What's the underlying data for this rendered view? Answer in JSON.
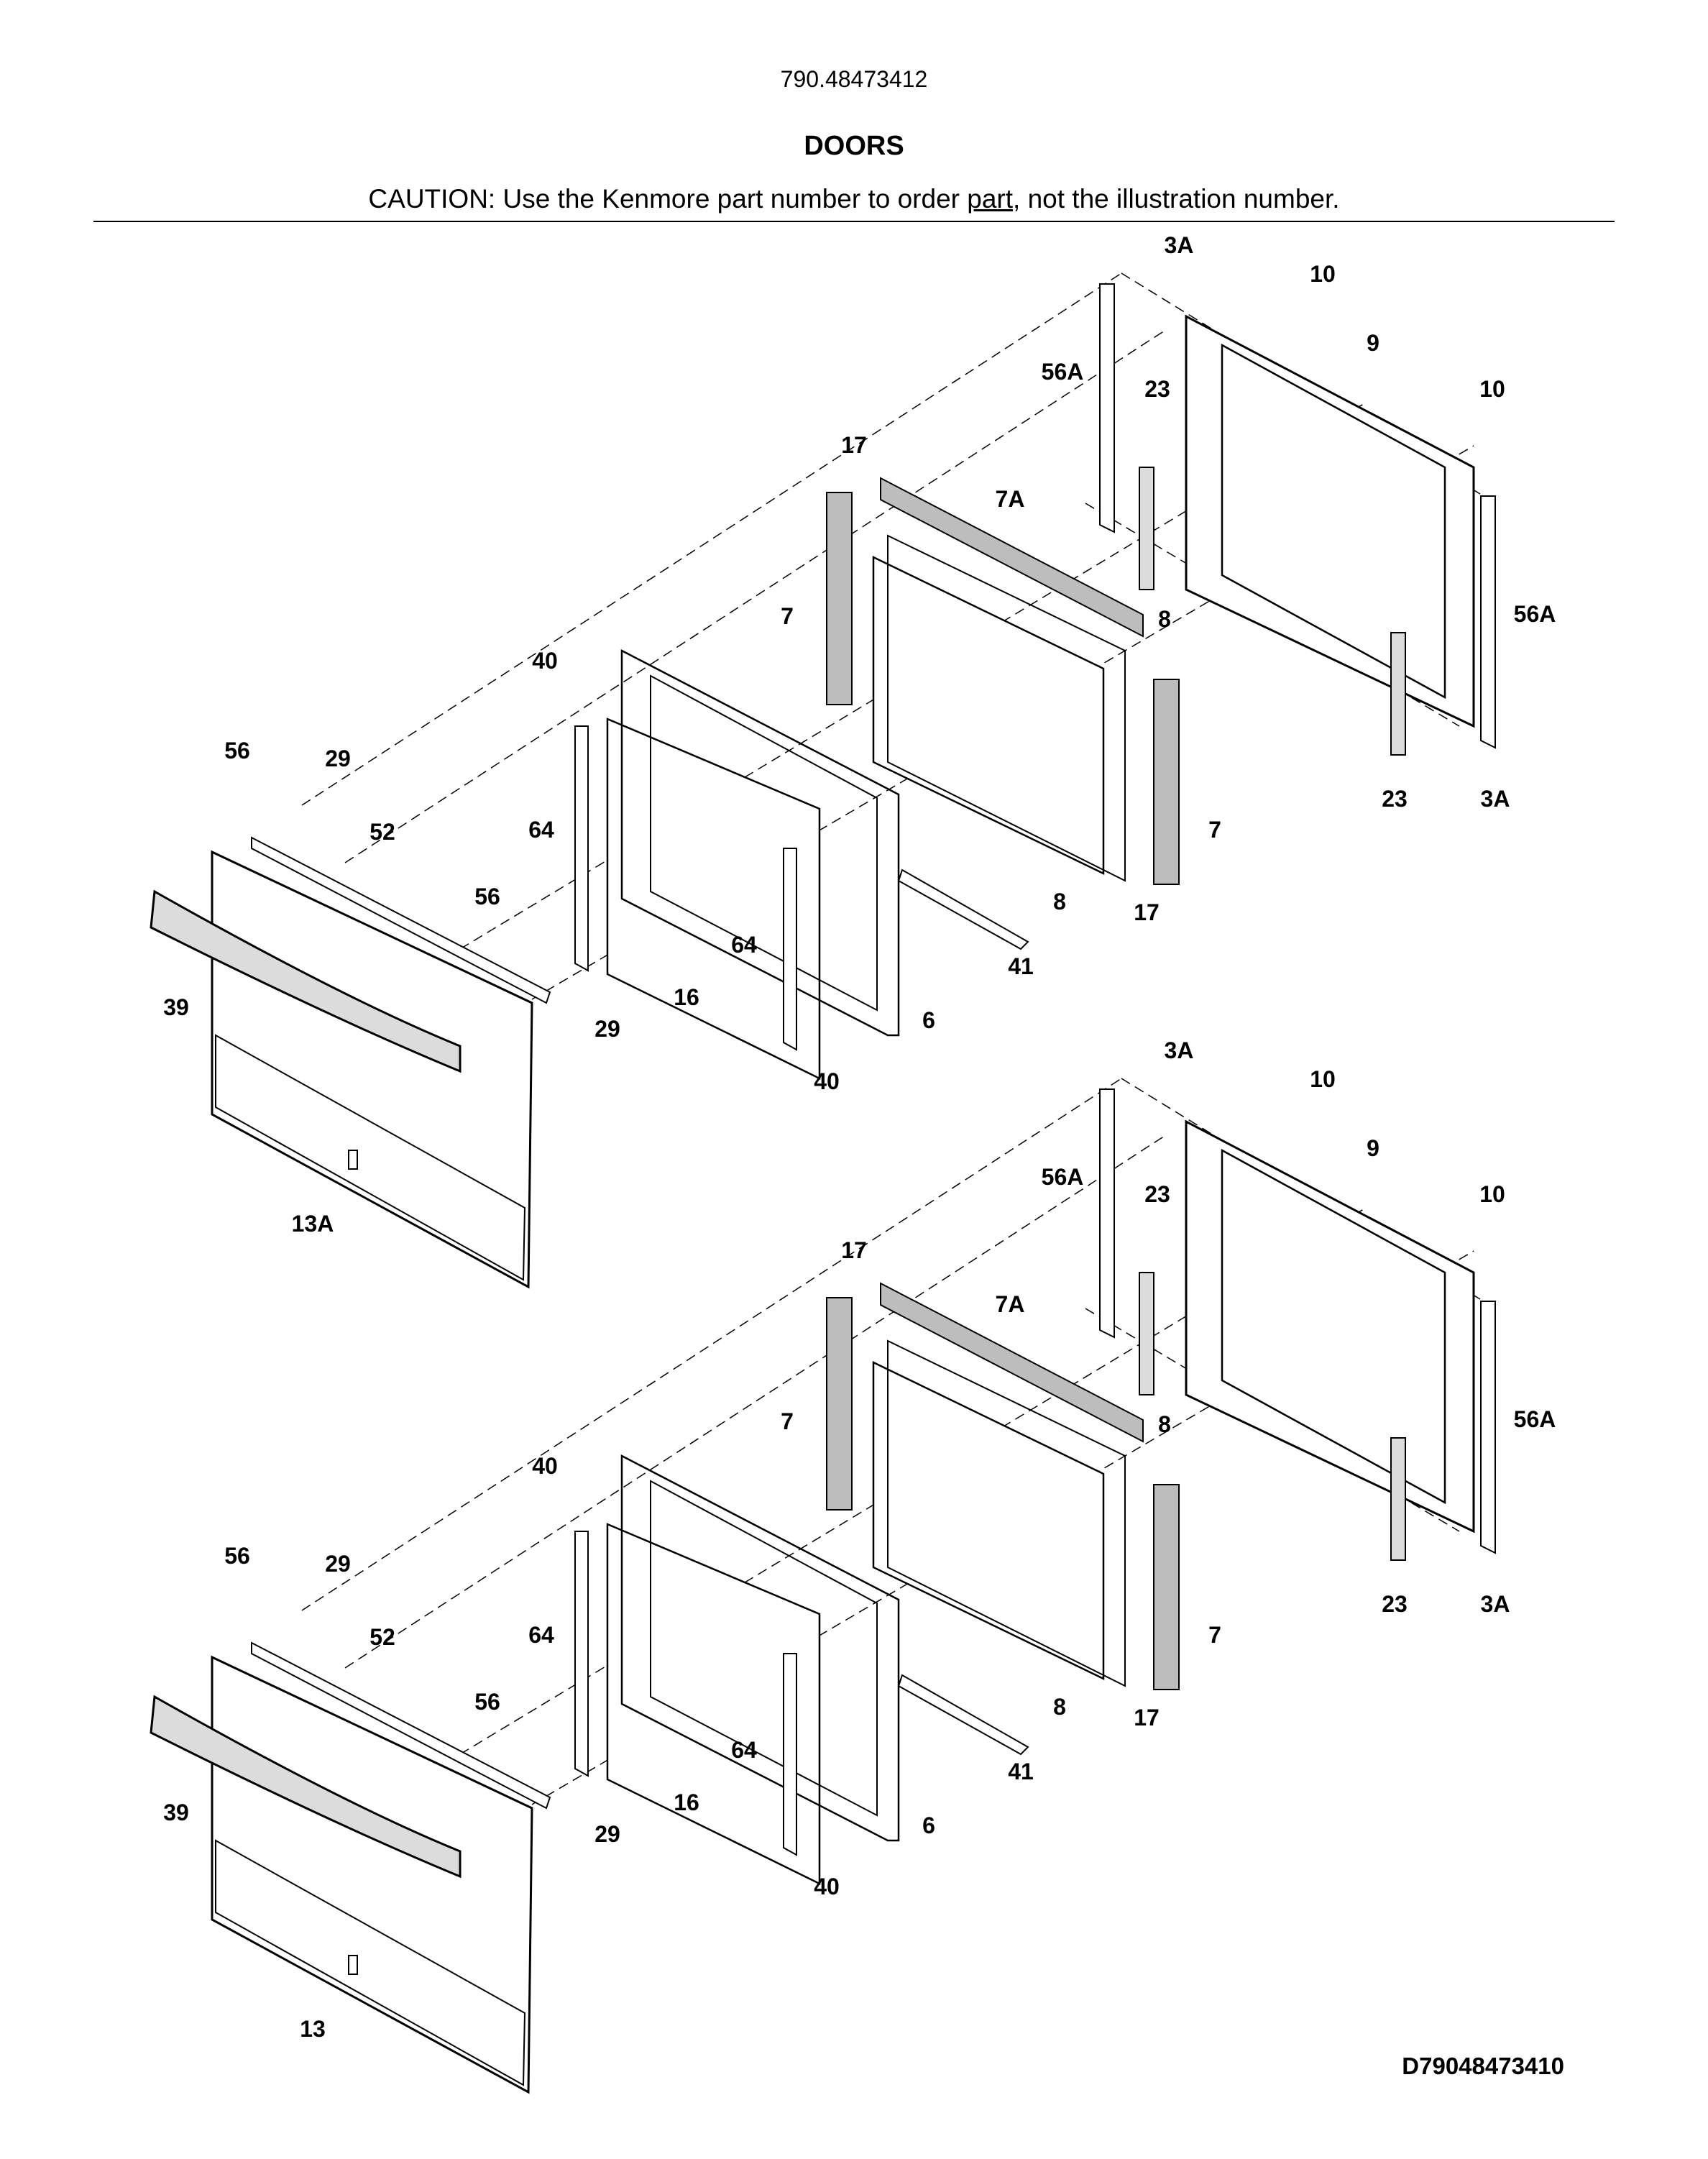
{
  "header": {
    "model_number": "790.48473412",
    "title": "DOORS",
    "caution_before": "CAUTION: Use the Kenmore part number to order ",
    "caution_underlined": "part",
    "caution_after": ", not the illustration number."
  },
  "diagram_code": "D79048473410",
  "colors": {
    "line": "#000000",
    "fill_gray": "#dcdcdc",
    "insulation": "#bdbdbd",
    "background": "#ffffff"
  },
  "callouts_upper": [
    "3A",
    "10",
    "9",
    "56A",
    "23",
    "10",
    "17",
    "7A",
    "7",
    "8",
    "56A",
    "40",
    "56",
    "29",
    "52",
    "64",
    "56",
    "7",
    "23",
    "3A",
    "8",
    "17",
    "39",
    "64",
    "16",
    "41",
    "29",
    "6",
    "40",
    "13A"
  ],
  "callouts_lower": [
    "3A",
    "10",
    "9",
    "56A",
    "23",
    "10",
    "17",
    "7A",
    "7",
    "8",
    "56A",
    "40",
    "56",
    "29",
    "52",
    "64",
    "56",
    "7",
    "23",
    "3A",
    "8",
    "17",
    "39",
    "64",
    "16",
    "41",
    "29",
    "6",
    "40",
    "13"
  ]
}
